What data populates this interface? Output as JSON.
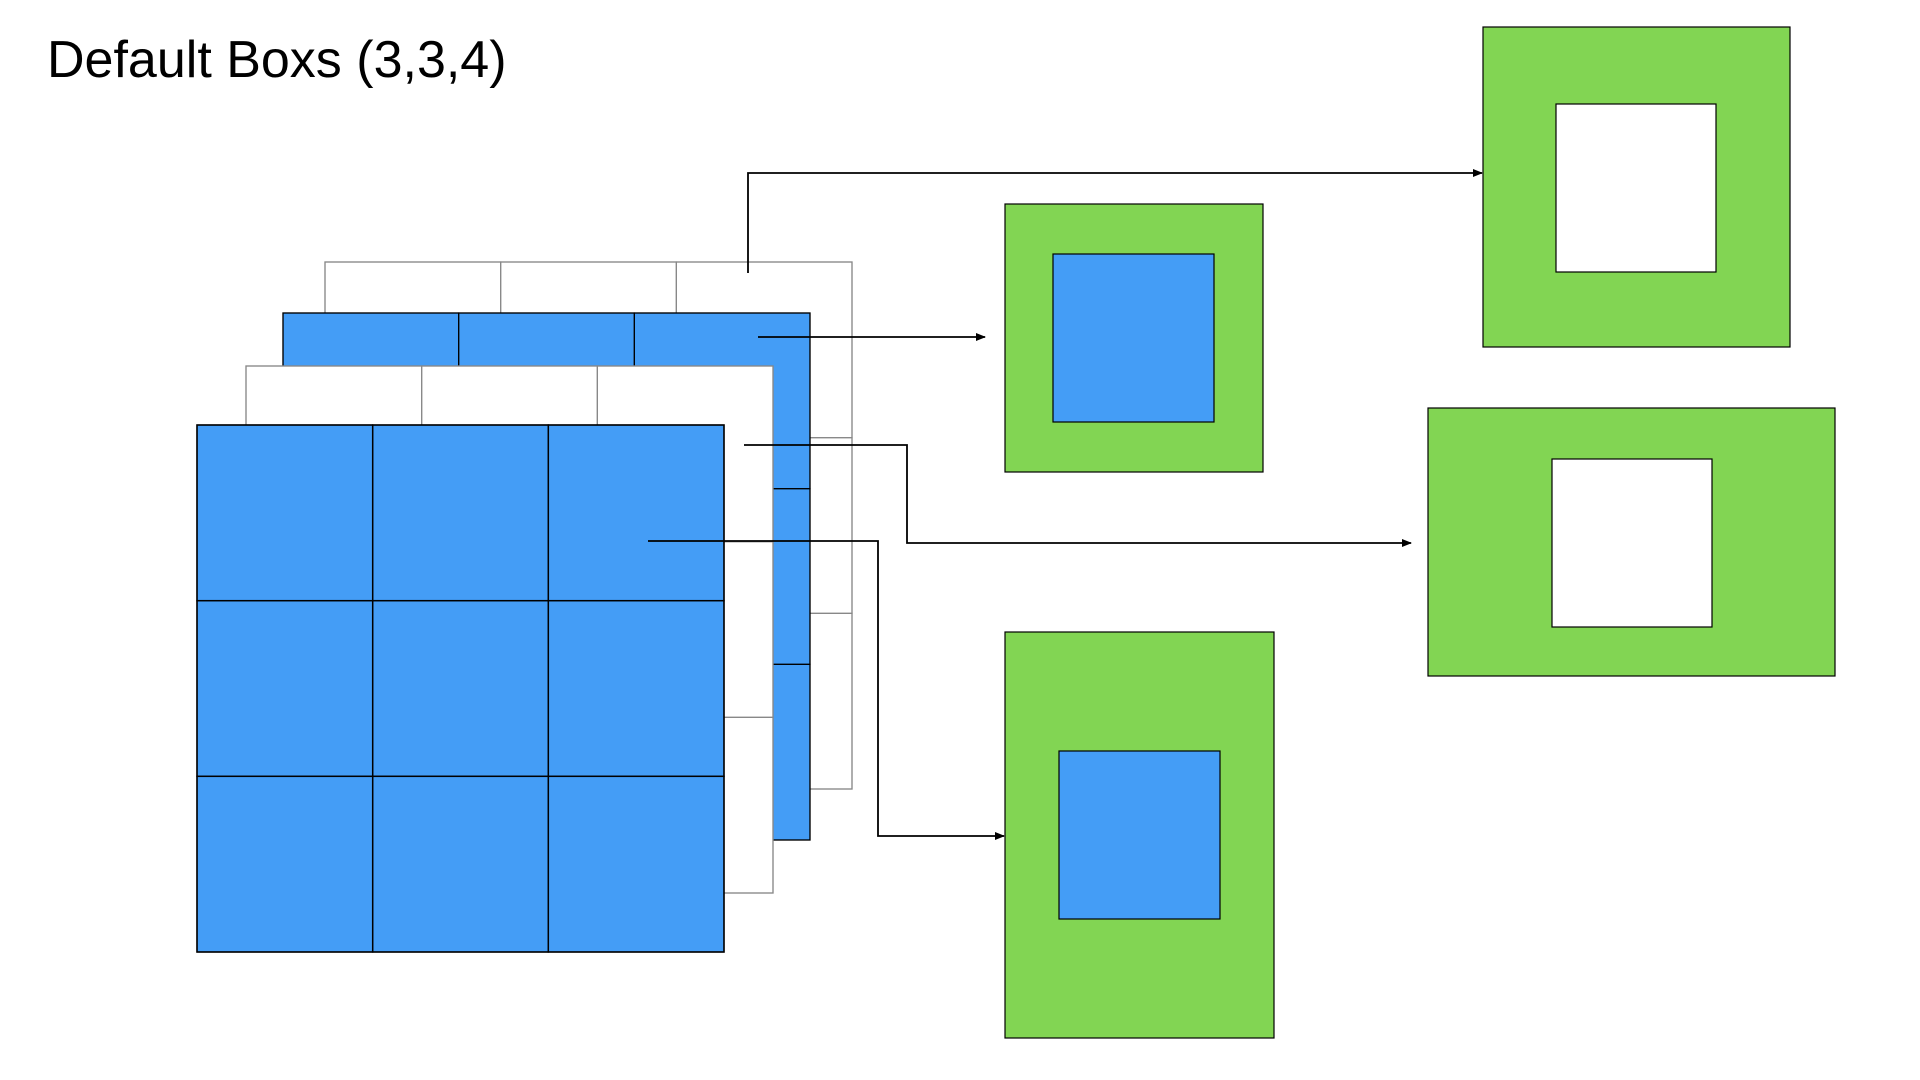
{
  "title": "Default Boxs (3,3,4)",
  "colors": {
    "grid_blue": "#449df6",
    "box_green": "#82d553",
    "white": "#ffffff",
    "stroke": "#000000",
    "layer_outline": "#888888"
  },
  "feature_map": {
    "rows": 3,
    "cols": 3,
    "layers": [
      {
        "name": "layer-back",
        "fill": "white"
      },
      {
        "name": "layer-2",
        "fill": "blue"
      },
      {
        "name": "layer-3",
        "fill": "white"
      },
      {
        "name": "layer-front",
        "fill": "blue"
      }
    ]
  },
  "default_boxes": [
    {
      "name": "default-box-1",
      "inner_fill": "white"
    },
    {
      "name": "default-box-2",
      "inner_fill": "blue"
    },
    {
      "name": "default-box-3",
      "inner_fill": "white"
    },
    {
      "name": "default-box-4",
      "inner_fill": "blue"
    }
  ]
}
